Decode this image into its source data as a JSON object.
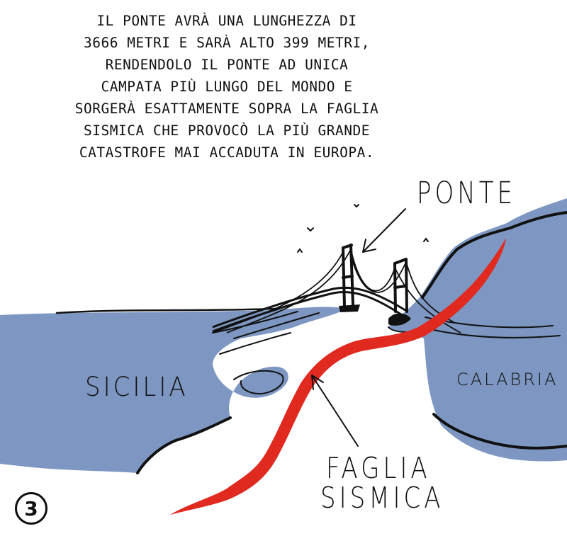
{
  "caption": "IL PONTE AVRÀ UNA LUNGHEZZA DI\n3666 METRI E SARÀ ALTO 399 METRI,\nRENDENDOLO IL PONTE AD UNICA\nCAMPATA PIÙ LUNGO DEL MONDO E\nSORGERÀ ESATTAMENTE  SOPRA LA FAGLIA\nSISMICA CHE PROVOCÒ  LA PIÙ GRANDE\nCATASTROFE MAI ACCADUTA IN EUROPA.",
  "labels": {
    "ponte": "PONTE",
    "sicilia": "SICILIA",
    "calabria": "CALABRIA",
    "faglia_line1": "FAGLIA",
    "faglia_line2": "SISMICA"
  },
  "page_number": "3",
  "colors": {
    "land": "#7d97c2",
    "fault": "#e0291f",
    "ink": "#111111",
    "background": "#ffffff"
  }
}
